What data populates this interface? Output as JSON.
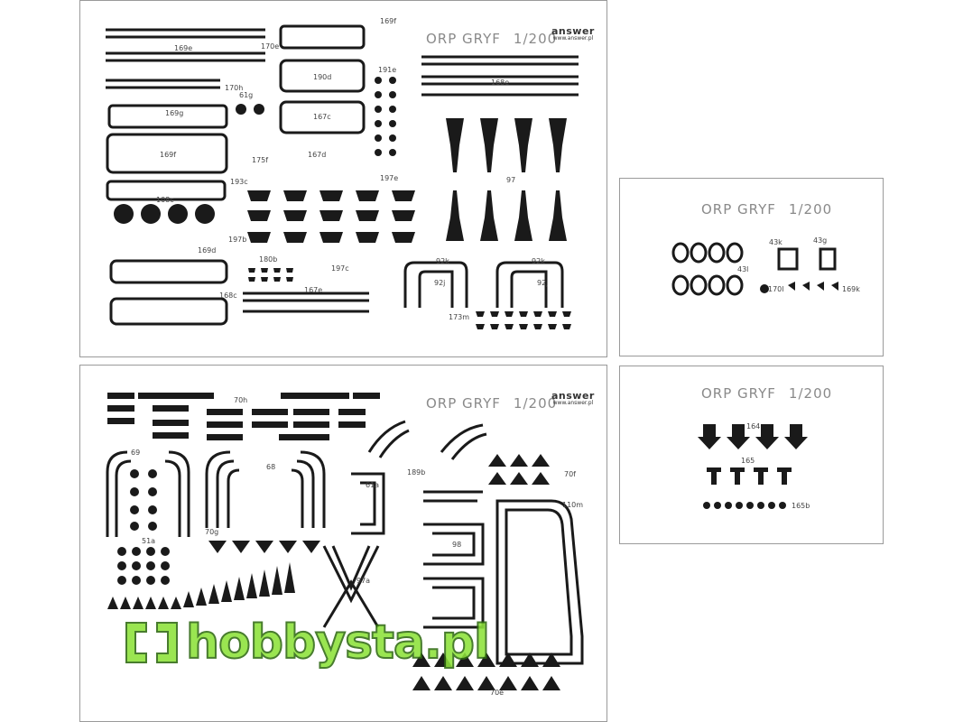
{
  "sheets": {
    "a": {
      "title": "ORP GRYF",
      "scale": "1/200",
      "brand": "answer",
      "brand_url": "www.answer.pl",
      "labels": [
        "169f",
        "170e",
        "169e",
        "168e",
        "170h",
        "61g",
        "169g",
        "191e",
        "190d",
        "167c",
        "169f",
        "175f",
        "193c",
        "167d",
        "197e",
        "108c",
        "169d",
        "197b",
        "180b",
        "197c",
        "168c",
        "167e",
        "92k",
        "92k",
        "92j",
        "92j",
        "173m",
        "97"
      ]
    },
    "b": {
      "title": "ORP GRYF",
      "scale": "1/200",
      "labels": [
        "43k",
        "43g",
        "43l",
        "170l",
        "169k"
      ]
    },
    "c": {
      "title": "ORP GRYF",
      "scale": "1/200",
      "brand": "answer",
      "brand_url": "www.answer.pl",
      "labels": [
        "70h",
        "69",
        "68",
        "189b",
        "61a",
        "70f",
        "110m",
        "70g",
        "51a",
        "98",
        "97a",
        "70e"
      ]
    },
    "d": {
      "title": "ORP GRYF",
      "scale": "1/200",
      "labels": [
        "164",
        "165",
        "165b"
      ]
    }
  },
  "watermark": {
    "text": "hobbysta.pl",
    "color": "#8de23a",
    "icon": "hobbysta-logo-icon"
  },
  "colors": {
    "part": "#1a1a1a",
    "border": "#9a9a9a",
    "title": "#8a8a8a"
  }
}
